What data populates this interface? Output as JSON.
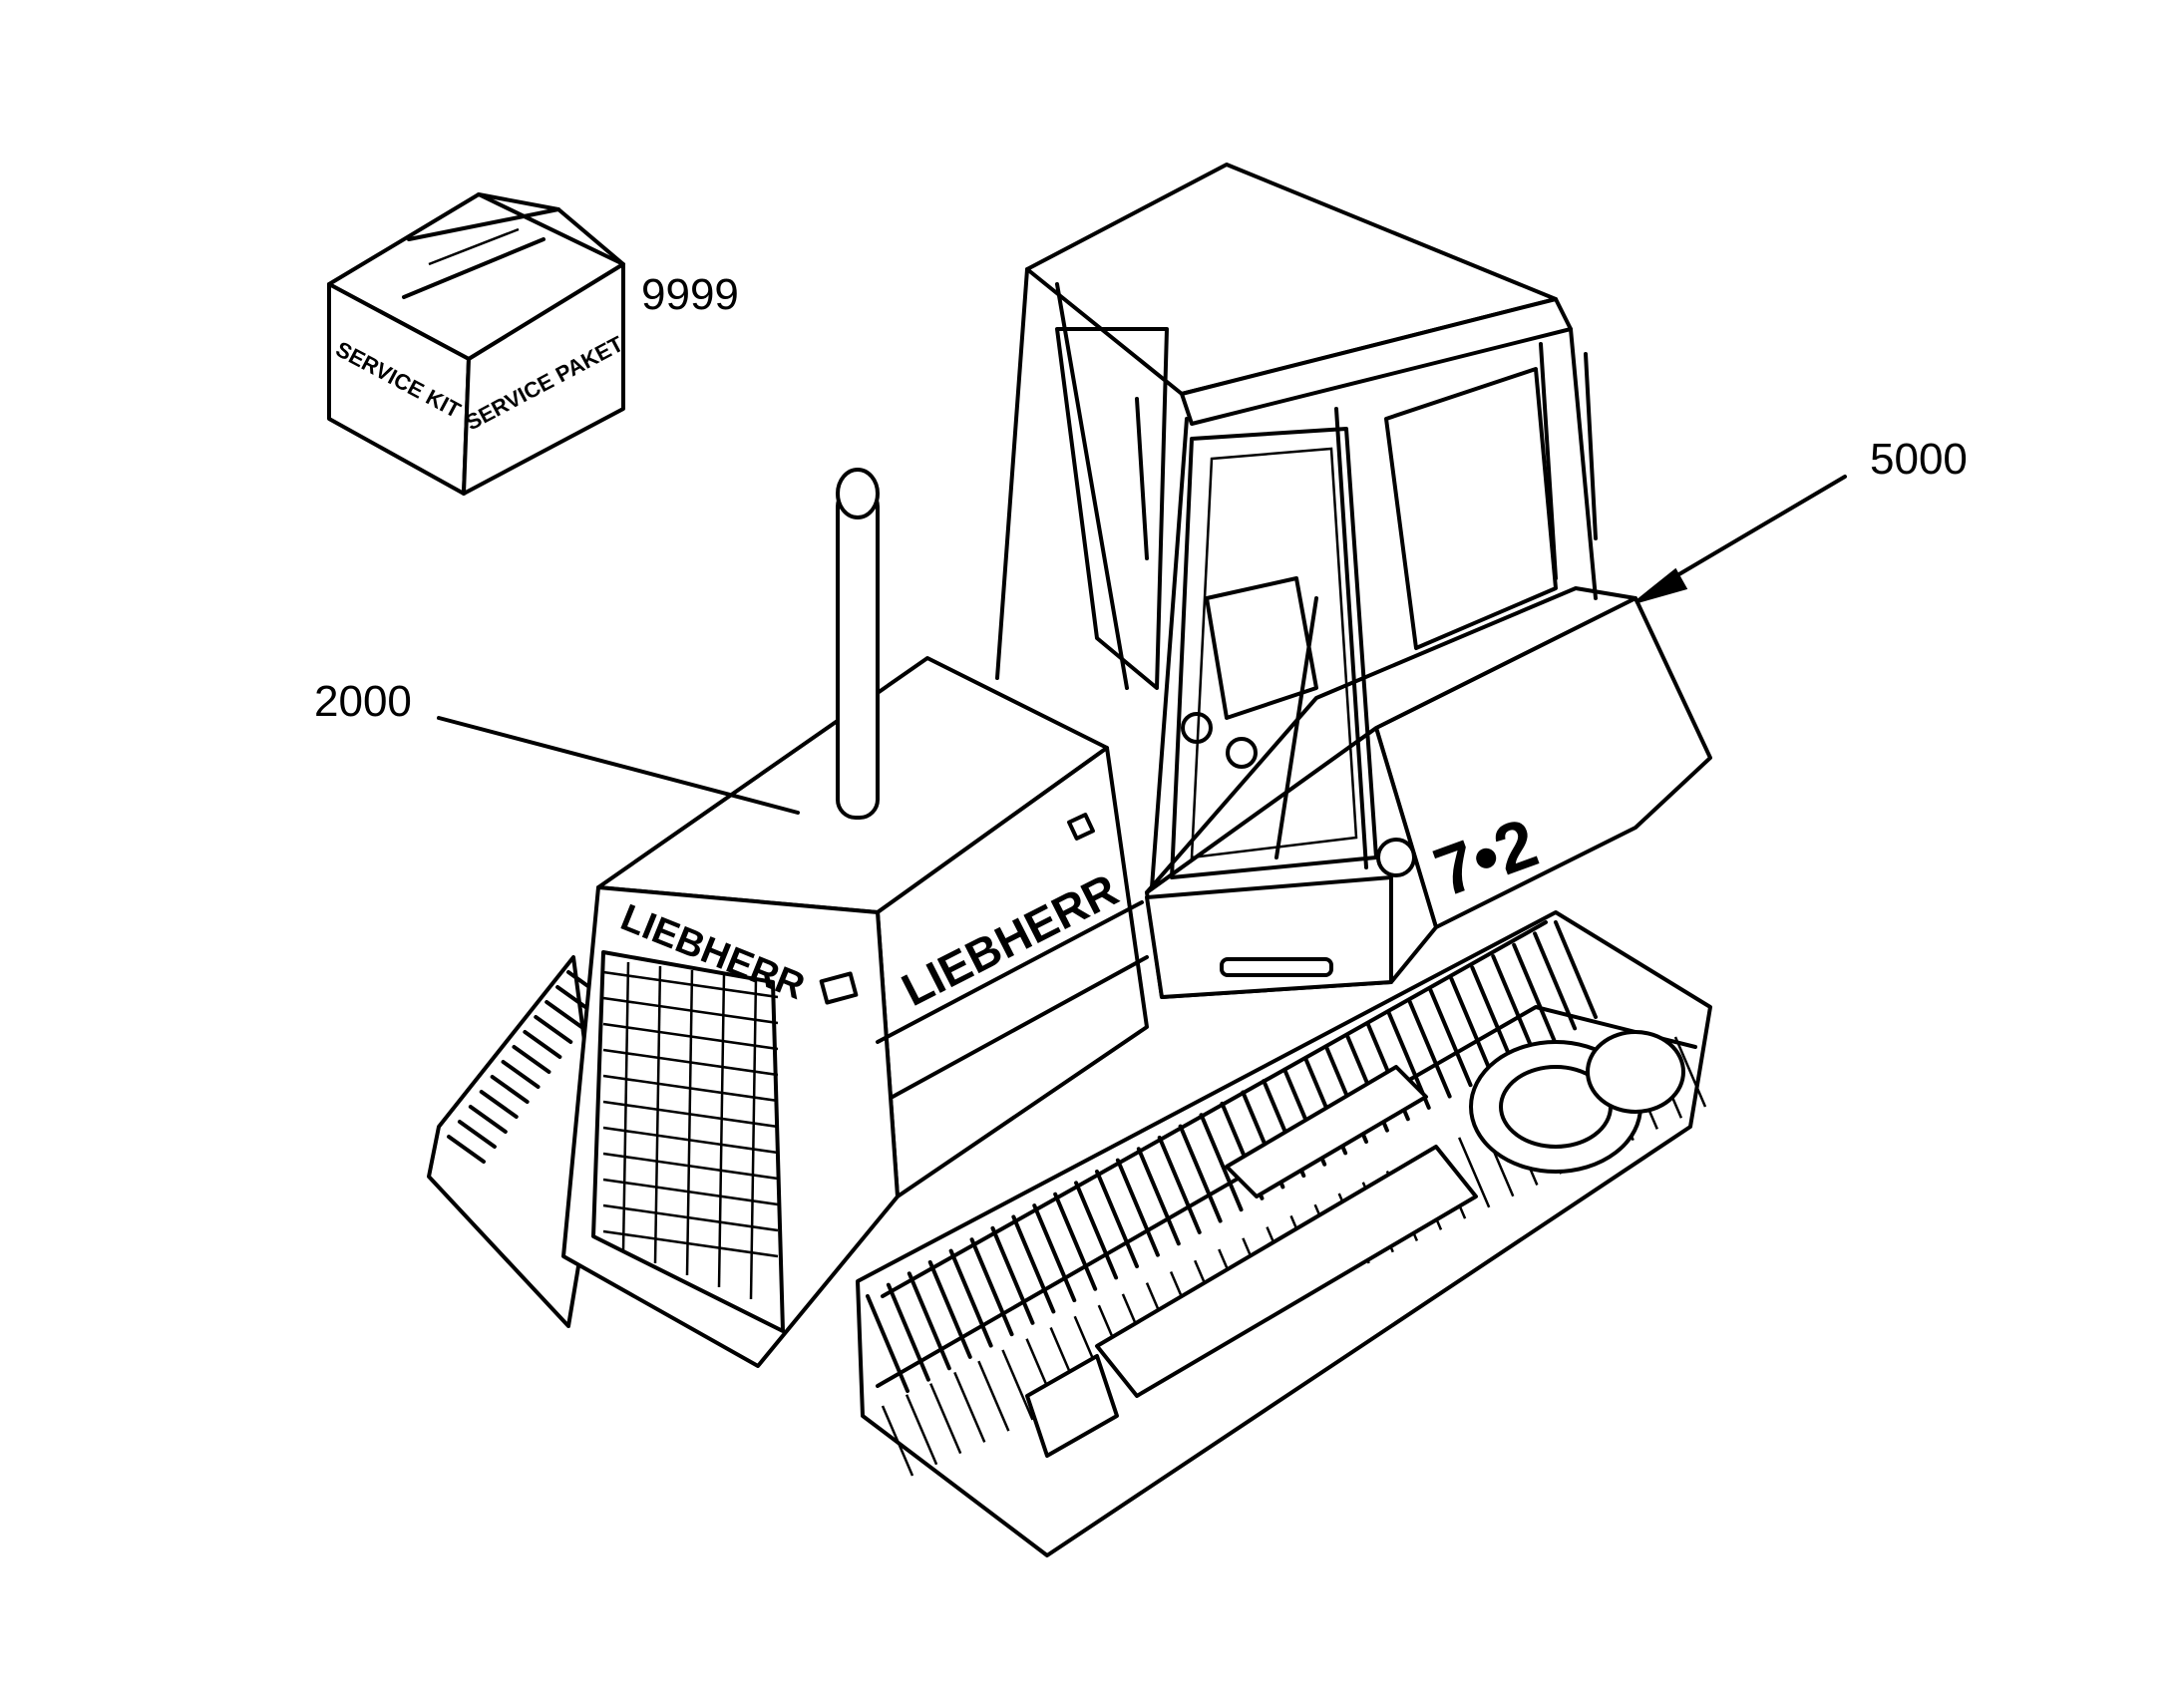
{
  "callouts": [
    {
      "id": "box",
      "label": "9999"
    },
    {
      "id": "cab",
      "label": "5000"
    },
    {
      "id": "hood",
      "label": "2000"
    }
  ],
  "service_box": {
    "front_text": "SERVICE KIT",
    "side_text": "SERVICE PAKET"
  },
  "machine": {
    "brand_front": "LIEBHERR",
    "brand_side": "LIEBHERR",
    "model_mark": "7•2"
  },
  "colors": {
    "ink": "#000000",
    "paper": "#ffffff"
  }
}
